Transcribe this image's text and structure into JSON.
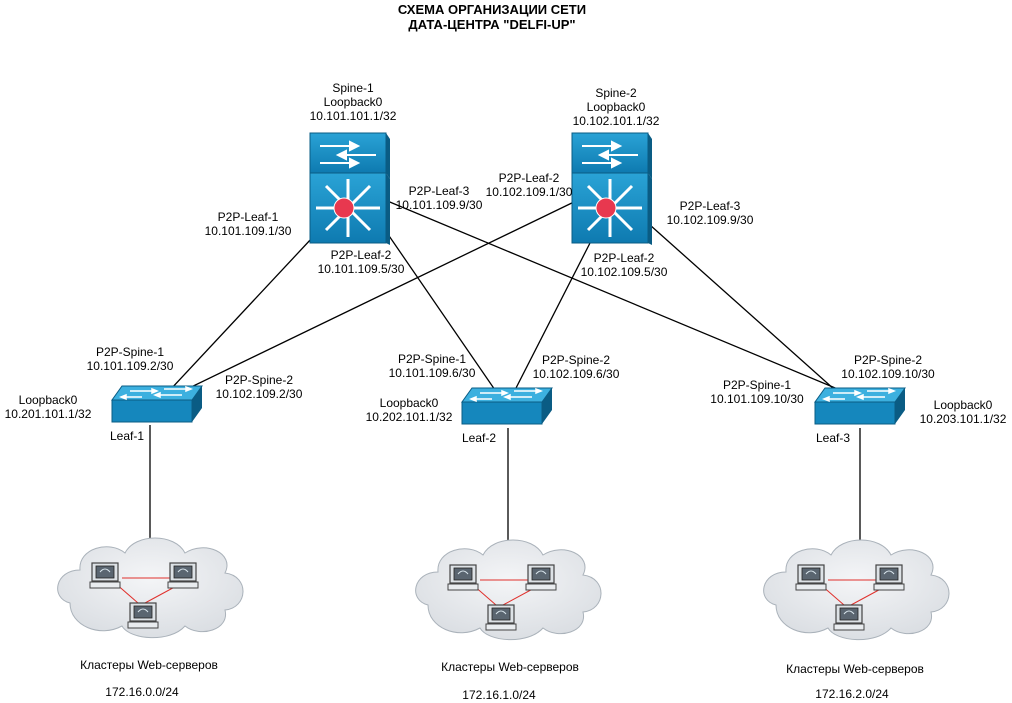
{
  "title": {
    "line1": "СХЕМА ОРГАНИЗАЦИИ СЕТИ",
    "line2": "ДАТА-ЦЕНТРА \"DELFI-UP\""
  },
  "spines": [
    {
      "name": "Spine-1",
      "loopback": "Loopback0",
      "ip": "10.101.101.1/32"
    },
    {
      "name": "Spine-2",
      "loopback": "Loopback0",
      "ip": "10.102.101.1/32"
    }
  ],
  "leaves": [
    {
      "name": "Leaf-1",
      "loopback": "Loopback0",
      "ip": "10.201.101.1/32"
    },
    {
      "name": "Leaf-2",
      "loopback": "Loopback0",
      "ip": "10.202.101.1/32"
    },
    {
      "name": "Leaf-3",
      "loopback": "Loopback0",
      "ip": "10.203.101.1/32"
    }
  ],
  "links": {
    "s1_leaf1": {
      "name": "P2P-Leaf-1",
      "ip": "10.101.109.1/30"
    },
    "s1_leaf2": {
      "name": "P2P-Leaf-2",
      "ip": "10.101.109.5/30"
    },
    "s1_leaf3": {
      "name": "P2P-Leaf-3",
      "ip": "10.101.109.9/30"
    },
    "s2_leaf2": {
      "name": "P2P-Leaf-2",
      "ip": "10.102.109.1/30"
    },
    "s2_leaf2b": {
      "name": "P2P-Leaf-2",
      "ip": "10.102.109.5/30"
    },
    "s2_leaf3": {
      "name": "P2P-Leaf-3",
      "ip": "10.102.109.9/30"
    },
    "l1_spine1": {
      "name": "P2P-Spine-1",
      "ip": "10.101.109.2/30"
    },
    "l1_spine2": {
      "name": "P2P-Spine-2",
      "ip": "10.102.109.2/30"
    },
    "l2_spine1": {
      "name": "P2P-Spine-1",
      "ip": "10.101.109.6/30"
    },
    "l2_spine2": {
      "name": "P2P-Spine-2",
      "ip": "10.102.109.6/30"
    },
    "l3_spine1": {
      "name": "P2P-Spine-1",
      "ip": "10.101.109.10/30"
    },
    "l3_spine2": {
      "name": "P2P-Spine-2",
      "ip": "10.102.109.10/30"
    }
  },
  "clusters": [
    {
      "label": "Кластеры Web-серверов",
      "subnet": "172.16.0.0/24"
    },
    {
      "label": "Кластеры Web-серверов",
      "subnet": "172.16.1.0/24"
    },
    {
      "label": "Кластеры Web-серверов",
      "subnet": "172.16.2.0/24"
    }
  ],
  "colors": {
    "device_blue": "#1a8fc2",
    "device_dark": "#0d6f9b",
    "core_red": "#e8384f",
    "cloud": "#e8ebee",
    "cluster_link": "#e0302c"
  }
}
